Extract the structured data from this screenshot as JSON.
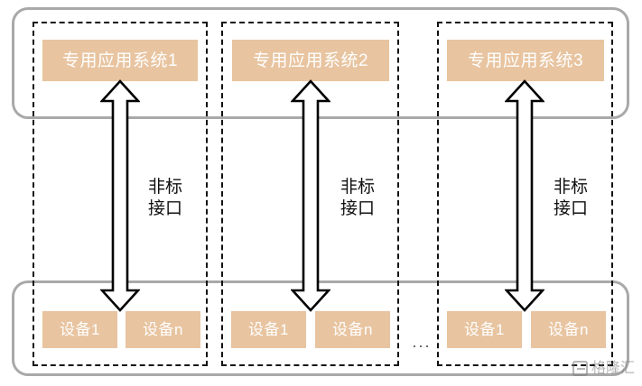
{
  "diagram": {
    "type": "block-diagram",
    "title_strip": "",
    "colors": {
      "box_fill": "#E8C4A0",
      "box_text": "#FFFFFF",
      "band_border": "#A9A9A9",
      "column_border": "#111111",
      "arrow_stroke": "#000000",
      "background": "#FFFFFF"
    },
    "bands": [
      {
        "name": "application-band"
      },
      {
        "name": "device-band"
      }
    ],
    "columns": [
      {
        "id": "column-1",
        "app_label": "专用应用系统1",
        "interface_label_line1": "非标",
        "interface_label_line2": "接口",
        "devices": [
          "设备1",
          "设备n"
        ]
      },
      {
        "id": "column-2",
        "app_label": "专用应用系统2",
        "interface_label_line1": "非标",
        "interface_label_line2": "接口",
        "devices": [
          "设备1",
          "设备n"
        ]
      },
      {
        "id": "column-3",
        "app_label": "专用应用系统3",
        "interface_label_line1": "非标",
        "interface_label_line2": "接口",
        "devices": [
          "设备1",
          "设备n"
        ]
      }
    ],
    "ellipsis": "...",
    "watermark": {
      "text": "格隆汇",
      "icon": "logo-mark-icon"
    }
  }
}
